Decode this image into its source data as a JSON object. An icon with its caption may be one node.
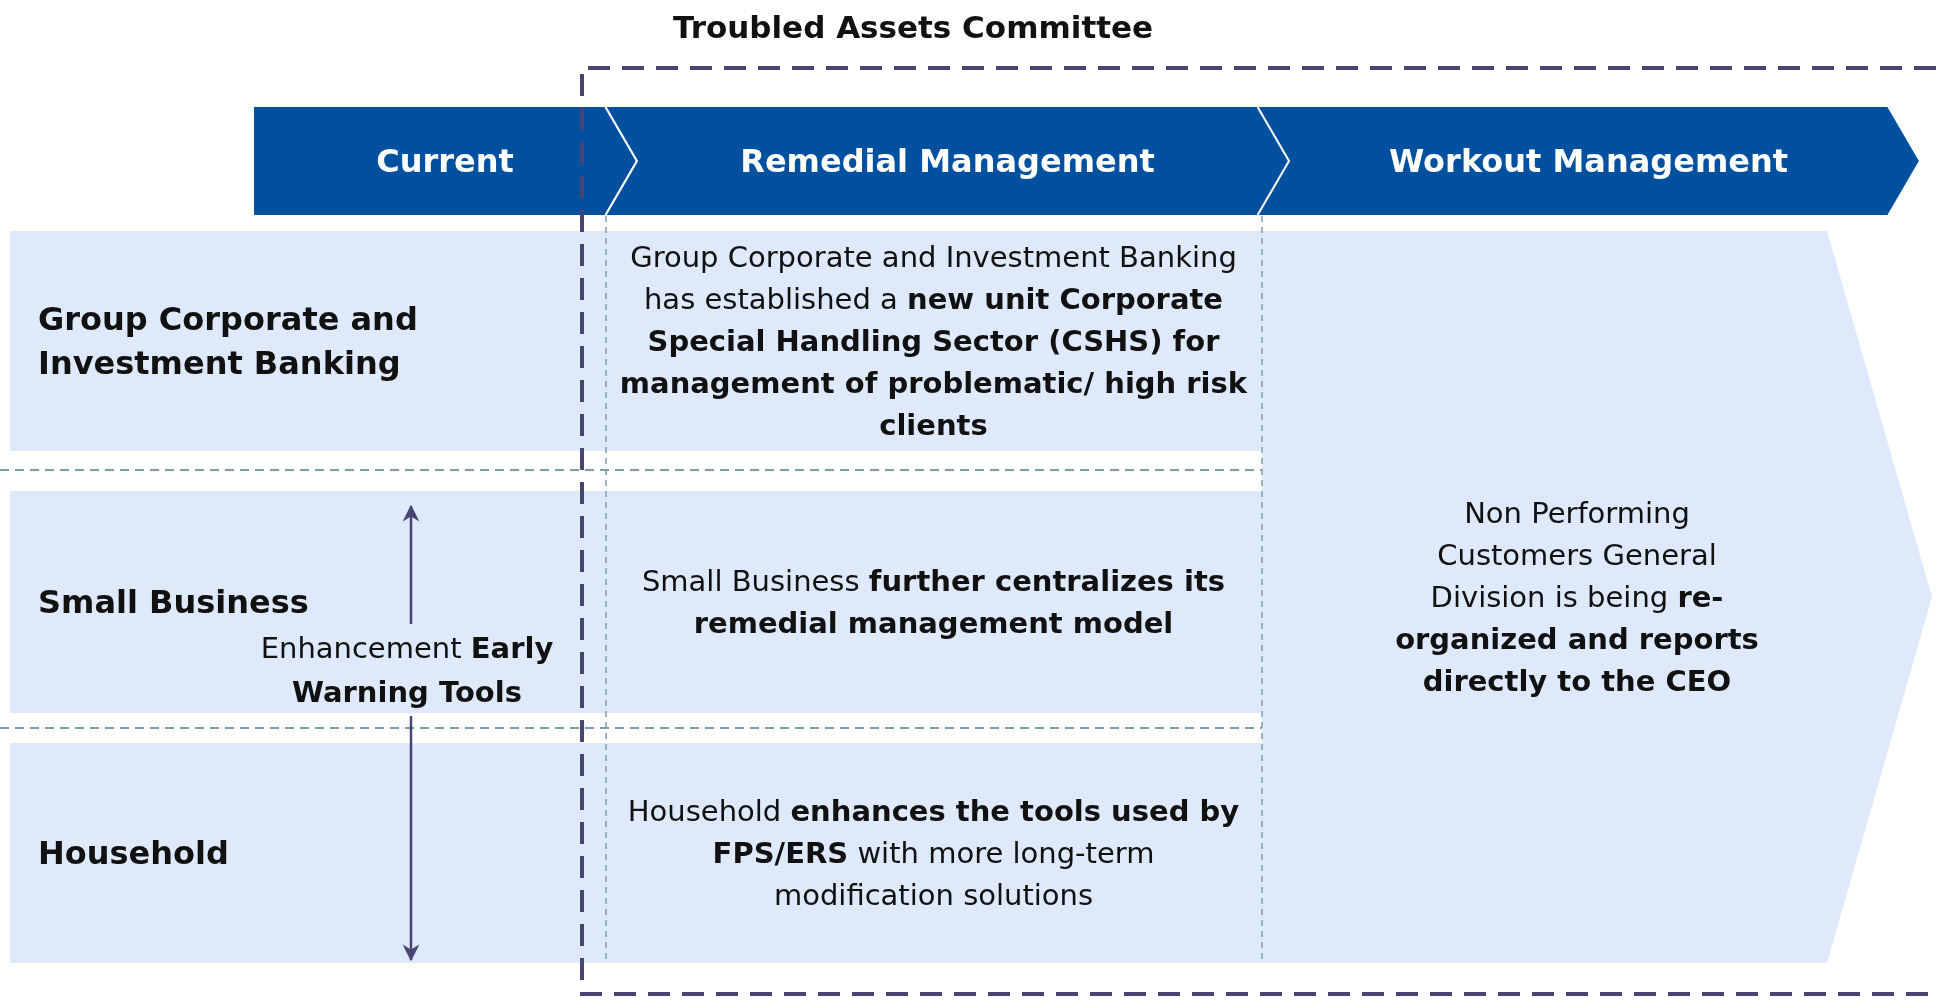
{
  "diagram": {
    "nodes": [
      {
        "text": [
          "Troubled Assets Committee"
        ]
      },
      {
        "text": [
          "Current"
        ]
      },
      {
        "text": [
          "Remedial Management"
        ],
        "in": 0
      },
      {
        "text": [
          "Workout Management"
        ],
        "in": 0
      },
      {
        "text": [
          "Group Corporate and Investment Banking"
        ]
      },
      {
        "text": [
          "Group Corporate and Investment Banking has established a **new unit Corporate Special Handling Sector (CSHS) for management of problematic/ high risk clients**"
        ],
        "in": 0
      },
      {
        "text": [
          "Non Performing Customers General Division is being **re-organized and reports directly to the CEO**"
        ],
        "in": 0
      },
      {
        "text": [
          "Small Business"
        ]
      },
      {
        "text": [
          "Enhancement **Early Warning Tools**"
        ],
        "in": 7
      },
      {
        "text": [
          "Small Business **further centralizes its remedial management model**"
        ],
        "in": 0
      },
      {
        "text": [
          "Household"
        ]
      },
      {
        "text": [
          "Household **enhances the tools used by FPS/ERS** with more long-term modification solutions"
        ],
        "in": 0
      }
    ],
    "edges": [
      {
        "from": 8,
        "to": null,
        "arrow": "to"
      },
      {
        "from": 8,
        "to": 10,
        "arrow": "to"
      }
    ]
  }
}
